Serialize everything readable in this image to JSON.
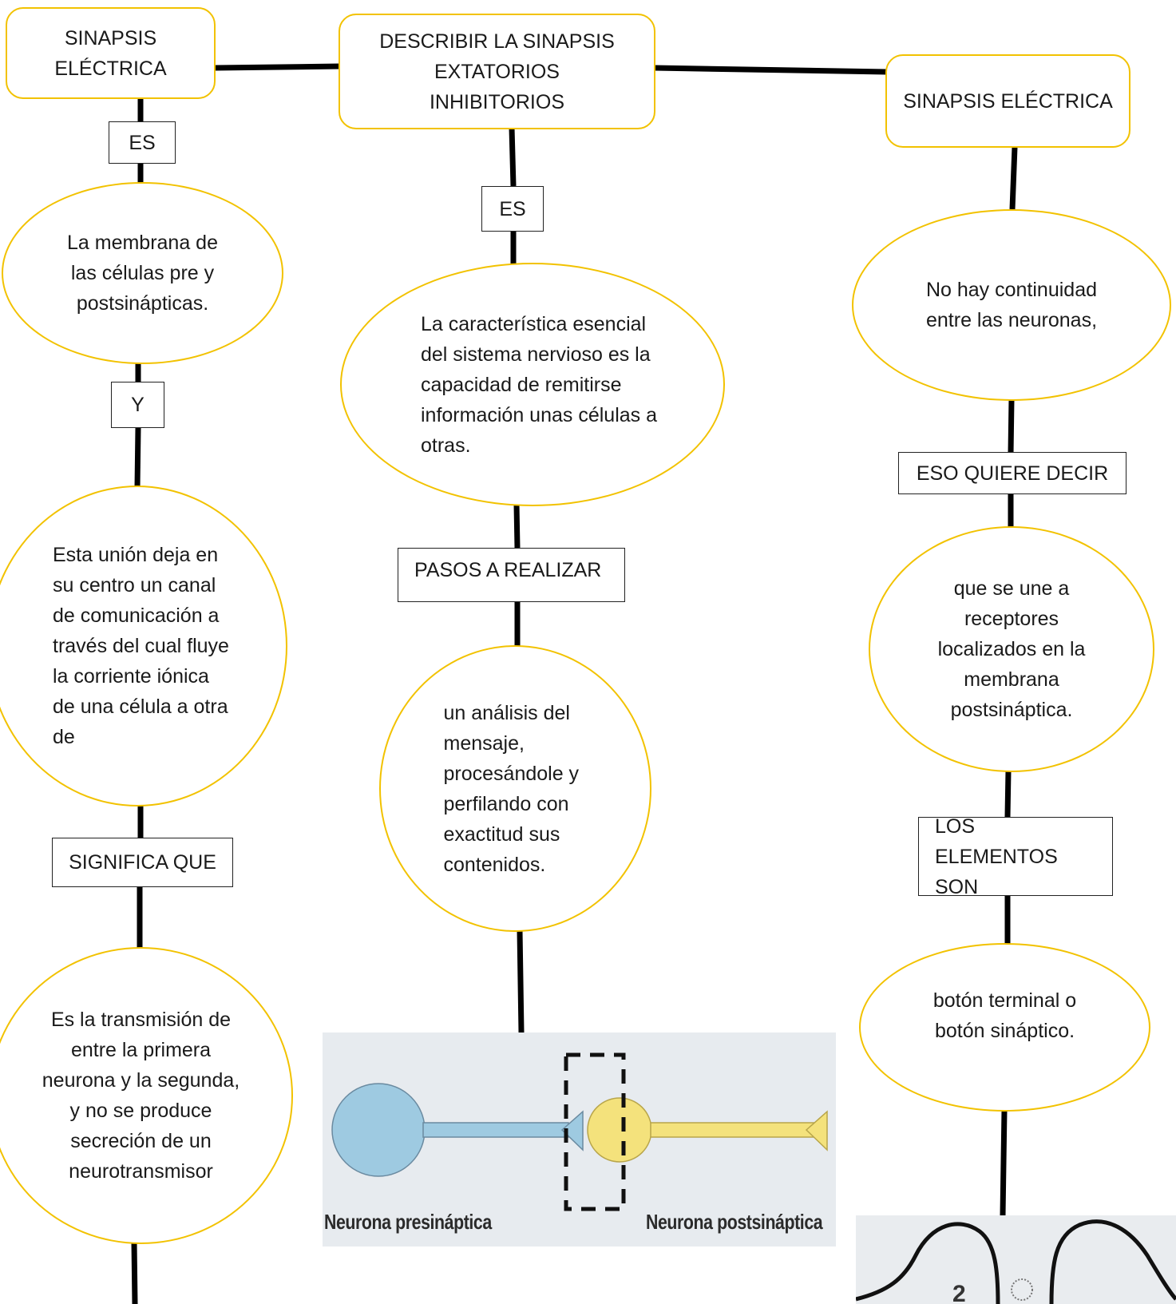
{
  "center": {
    "title": "DESCRIBIR LA SINAPSIS EXTATORIOS INHIBITORIOS",
    "link1": "ES",
    "node1": "La característica esencial del sistema nervioso es la capacidad de remitirse información unas células a otras.",
    "link2": "PASOS A REALIZAR",
    "node2": "un análisis del mensaje, procesándole y perfilando con exactitud sus contenidos.",
    "figure": {
      "left_caption": "Neurona presináptica",
      "right_caption": "Neurona postsináptica"
    }
  },
  "left": {
    "title": "SINAPSIS ELÉCTRICA",
    "link1": "ES",
    "node1": "La membrana de las células pre y postsinápticas.",
    "link2": "Y",
    "node2": "Esta unión deja en su centro un canal de comunicación a través del cual fluye la corriente iónica de una célula a otra de",
    "link3": "SIGNIFICA QUE",
    "node3": "Es la transmisión de entre la primera neurona y la segunda, y no se produce secreción de un neurotransmisor"
  },
  "right": {
    "title": "SINAPSIS ELÉCTRICA",
    "node1": "No hay continuidad entre las neuronas,",
    "link1": "ESO QUIERE DECIR",
    "node2": "que se une a receptores localizados en la membrana postsináptica.",
    "link2": "LOS ELEMENTOS SON",
    "node3": "botón terminal o botón sináptico.",
    "figure_label": "2"
  },
  "colors": {
    "node_border": "#f2c200",
    "connector": "#000000",
    "presynaptic": "#9ecae1",
    "postsynaptic": "#f4e27c"
  }
}
